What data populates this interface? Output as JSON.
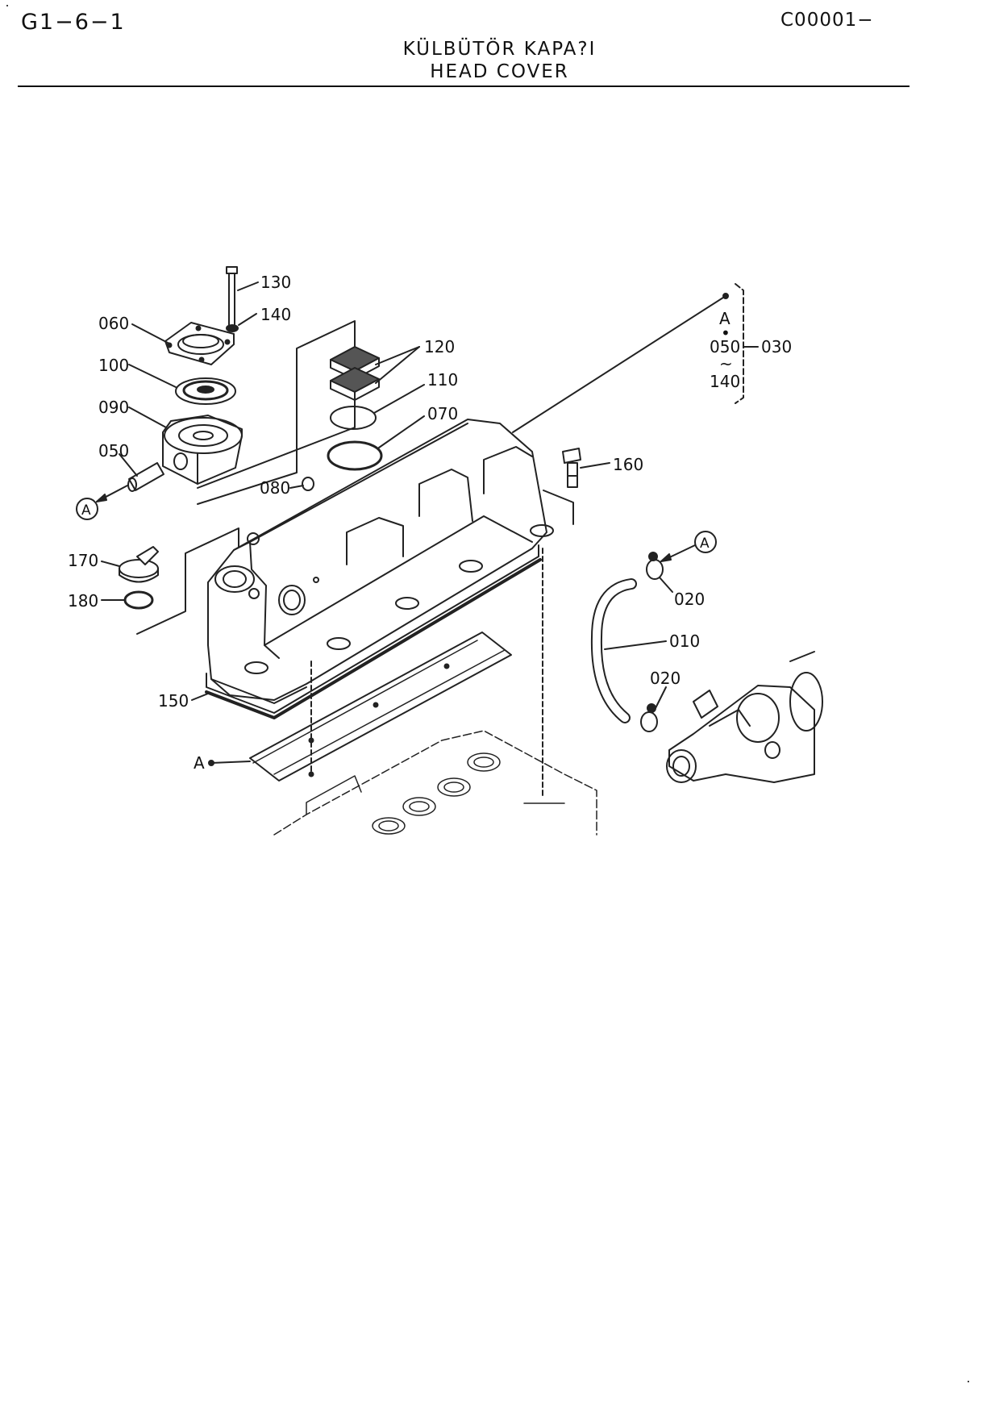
{
  "header": {
    "page_id": "G1−6−1",
    "catalog_code": "C00001−",
    "title_tr": "KÜLBÜTÖR KAPA?I",
    "title_en": "HEAD COVER"
  },
  "callouts": {
    "p010": "010",
    "p020a": "020",
    "p020b": "020",
    "p030": "030",
    "p050": "050",
    "p060": "060",
    "p070": "070",
    "p080": "080",
    "p090": "090",
    "p100": "100",
    "p110": "110",
    "p120": "120",
    "p130": "130",
    "p140": "140",
    "p150": "150",
    "p160": "160",
    "p170": "170",
    "p180": "180"
  },
  "group_bracket": {
    "ref": "A",
    "dot": "•",
    "range_start": "050",
    "tilde": "~",
    "range_end": "140"
  },
  "reference_marks": {
    "a_circle_left": "A",
    "a_circle_right": "A",
    "a_point_gasket": "A"
  }
}
